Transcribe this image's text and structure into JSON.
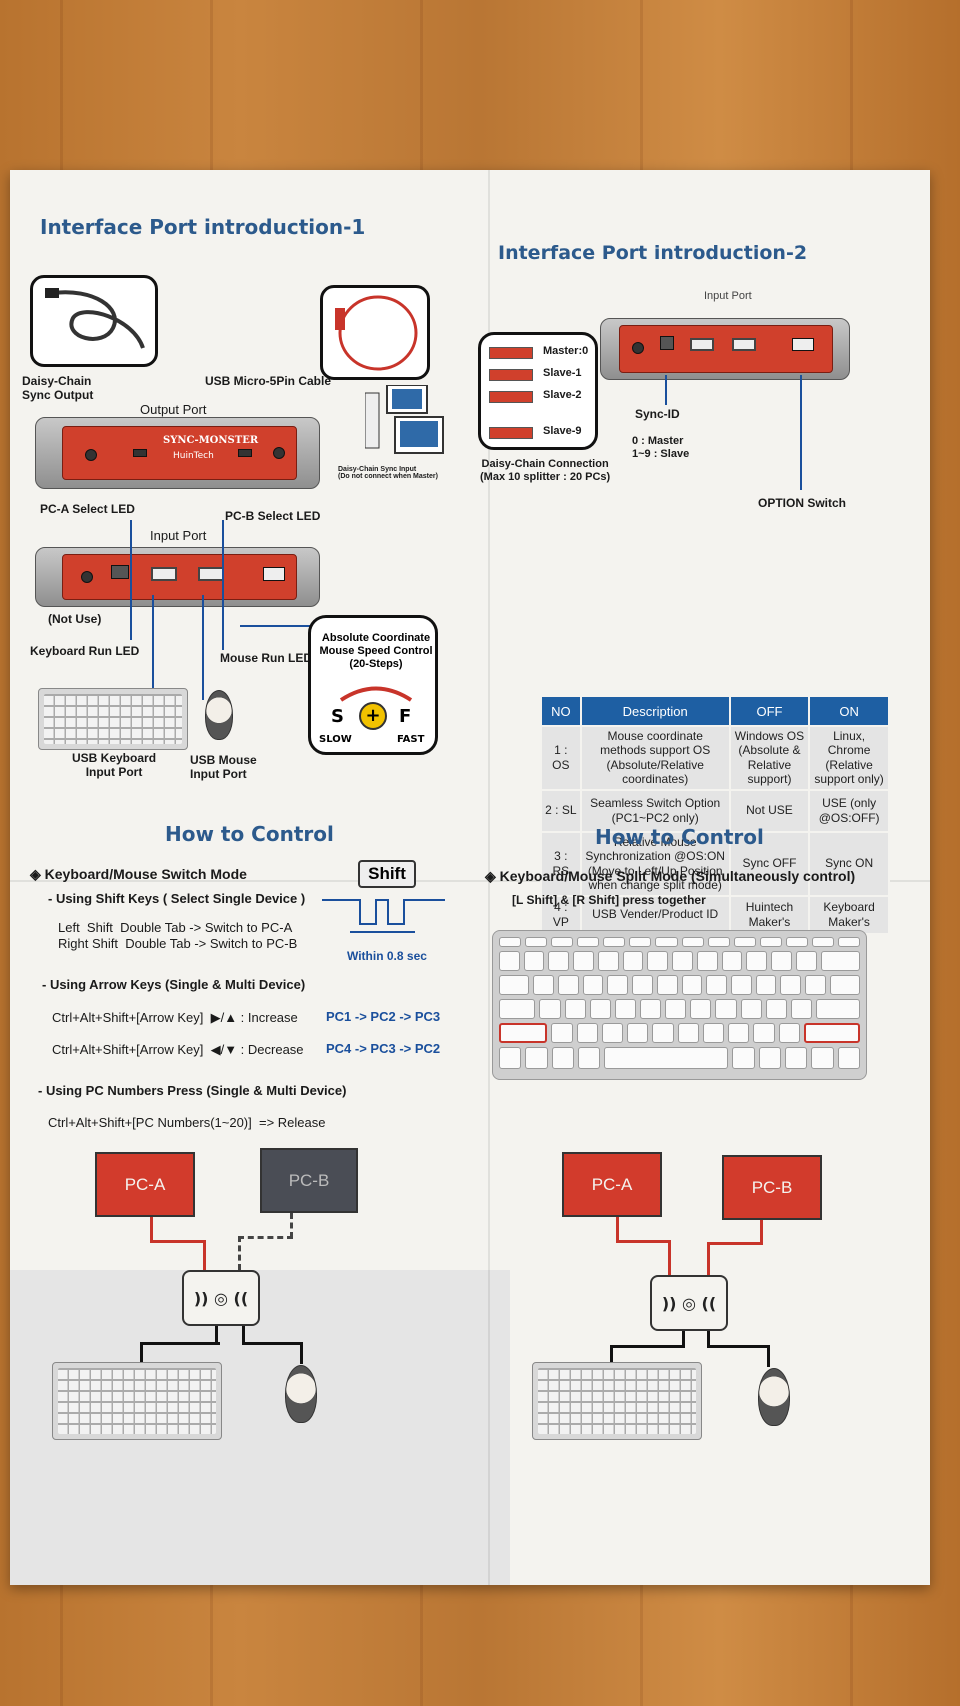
{
  "panel1": {
    "title": "Interface Port introduction-1",
    "daisy_chain_output": "Daisy-Chain\nSync Output",
    "usb_cable": "USB Micro-5Pin Cable",
    "output_port": "Output Port",
    "brand": "SYNC-MONSTER",
    "maker": "HuinTech",
    "daisy_input": "Daisy-Chain Sync Input\n(Do not connect when Master)",
    "pc_a_led": "PC-A Select LED",
    "pc_b_led": "PC-B Select LED",
    "input_port": "Input Port",
    "not_use": "(Not Use)",
    "keyboard_led": "Keyboard Run LED",
    "mouse_led": "Mouse Run LED",
    "speed_title": "Absolute Coordinate\nMouse Speed Control\n(20-Steps)",
    "slow_letter": "S",
    "fast_letter": "F",
    "slow": "SLOW",
    "fast": "FAST",
    "usb_keyboard": "USB Keyboard\nInput Port",
    "usb_mouse": "USB Mouse\nInput Port"
  },
  "panel2": {
    "title": "Interface Port introduction-2",
    "input_port": "Input Port",
    "chain": [
      "Master:0",
      "Slave-1",
      "Slave-2",
      "Slave-9"
    ],
    "chain_caption": "Daisy-Chain Connection\n(Max 10 splitter : 20 PCs)",
    "sync_id": "Sync-ID",
    "sync_id_values": "0 : Master\n1~9 : Slave",
    "option_switch": "OPTION Switch",
    "table_headers": [
      "NO",
      "Description",
      "OFF",
      "ON"
    ],
    "table_rows": [
      [
        "1 : OS",
        "Mouse coordinate methods support OS (Absolute/Relative coordinates)",
        "Windows OS (Absolute & Relative support)",
        "Linux, Chrome (Relative support only)"
      ],
      [
        "2 : SL",
        "Seamless Switch Option (PC1~PC2 only)",
        "Not USE",
        "USE (only @OS:OFF)"
      ],
      [
        "3 : RS",
        "Relative Mouse Synchronization @OS:ON (Move to Left/Up Position when change split mode)",
        "Sync OFF",
        "Sync ON"
      ],
      [
        "4 : VP",
        "USB Vender/Product ID",
        "Huintech Maker's",
        "Keyboard Maker's"
      ]
    ]
  },
  "panel3": {
    "title": "How to Control",
    "mode": "◈ Keyboard/Mouse Switch Mode",
    "shift_key": "Shift",
    "using_shift": "- Using Shift Keys ( Select Single Device )",
    "left_shift": "Left  Shift  Double Tab -> Switch to PC-A",
    "right_shift": "Right Shift  Double Tab -> Switch to PC-B",
    "within": "Within 0.8 sec",
    "using_arrow": "- Using Arrow Keys (Single & Multi Device)",
    "arrow_inc": "Ctrl+Alt+Shift+[Arrow Key]  ▶/▲ : Increase",
    "arrow_inc_seq": "PC1 -> PC2 -> PC3",
    "arrow_dec": "Ctrl+Alt+Shift+[Arrow Key]  ◀/▼ : Decrease",
    "arrow_dec_seq": "PC4 -> PC3 -> PC2",
    "using_numbers": "- Using PC Numbers Press (Single & Multi Device)",
    "numbers_cmd": "Ctrl+Alt+Shift+[PC Numbers(1~20)]  => Release",
    "pc_a": "PC-A",
    "pc_b": "PC-B"
  },
  "panel4": {
    "title": "How to Control",
    "mode": "◈ Keyboard/Mouse Split Mode (Simultaneously control)",
    "press": "[L Shift] & [R Shift] press together",
    "pc_a": "PC-A",
    "pc_b": "PC-B"
  },
  "colors": {
    "title_blue": "#2c5a8c",
    "table_header": "#1e5fa3",
    "device_red": "#d0402c",
    "pc_red": "#d23b2c",
    "pc_gray": "#4a4d55"
  }
}
